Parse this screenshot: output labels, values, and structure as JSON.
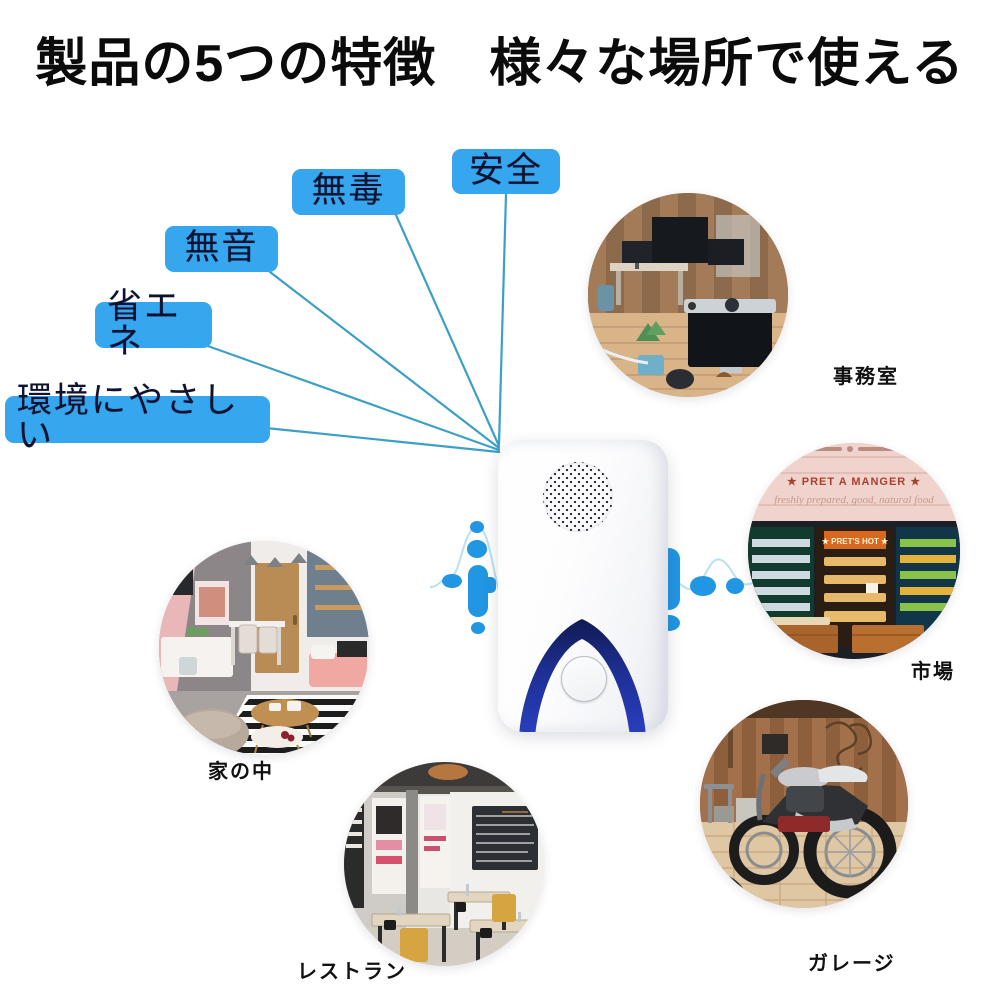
{
  "headline": {
    "text": "製品の5つの特徴　様々な場所で使える",
    "left_part": "製品の5つの特徴",
    "right_part": "様々な場所で使える"
  },
  "features": {
    "title_count": "5",
    "items": [
      {
        "label": "安全",
        "id": "safety"
      },
      {
        "label": "無毒",
        "id": "non-toxic"
      },
      {
        "label": "無音",
        "id": "silent"
      },
      {
        "label": "省エネ",
        "id": "energy-saving"
      },
      {
        "label": "環境にやさしい",
        "id": "eco-friendly"
      }
    ]
  },
  "device": {
    "name": "ultrasonic-pest-repeller",
    "body_color": "#ffffff",
    "accent_color": "#1b2f8f",
    "grille": "speaker-grille",
    "button": "power-button"
  },
  "waves": {
    "color": "#2196e3",
    "left": "sound-wave-left",
    "right": "sound-wave-right"
  },
  "scenes": [
    {
      "id": "office",
      "caption": "事務室",
      "alt": "wooden office interior with monitors and desks"
    },
    {
      "id": "market",
      "caption": "市場",
      "alt": "grocery store shelves with packaged food"
    },
    {
      "id": "home",
      "caption": "家の中",
      "alt": "modern living room with striped rug and sofa"
    },
    {
      "id": "restaurant",
      "caption": "レストラン",
      "alt": "cafe interior with chalkboard menu and tables"
    },
    {
      "id": "garage",
      "caption": "ガレージ",
      "alt": "motorcycle parked in a wooden garage"
    }
  ],
  "colors": {
    "chip_bg": "#36a6ef",
    "chip_text": "#0d1230",
    "connector": "#3c9fc6",
    "headline_text": "#0b0b0b",
    "caption_text": "#111111"
  }
}
